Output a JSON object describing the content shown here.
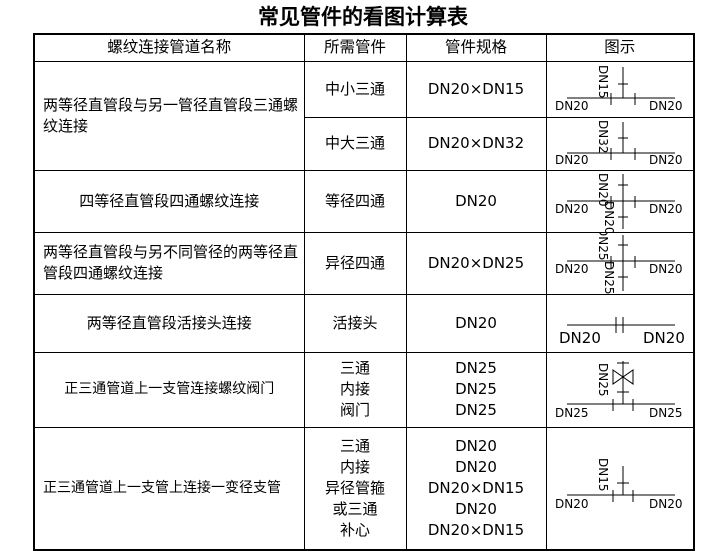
{
  "title": "常见管件的看图计算表",
  "headers": {
    "name": "螺纹连接管道名称",
    "fitting": "所需管件",
    "spec": "管件规格",
    "diagram": "图示"
  },
  "rows": [
    {
      "name": "两等径直管段与另一管径直管段三通螺纹连接",
      "items": [
        {
          "fitting": "中小三通",
          "spec": "DN20×DN15",
          "labels": {
            "left": "DN20",
            "right": "DN20",
            "branch": "DN15"
          }
        },
        {
          "fitting": "中大三通",
          "spec": "DN20×DN32",
          "labels": {
            "left": "DN20",
            "right": "DN20",
            "branch": "DN32"
          }
        }
      ]
    },
    {
      "name": "四等径直管段四通螺纹连接",
      "fitting": "等径四通",
      "spec": "DN20",
      "labels": {
        "left": "DN20",
        "right": "DN20",
        "top": "DN20",
        "bottom": "DN20"
      }
    },
    {
      "name": "两等径直管段与另不同管径的两等径直管段四通螺纹连接",
      "fitting": "异径四通",
      "spec": "DN20×DN25",
      "labels": {
        "left": "DN20",
        "right": "DN20",
        "top": "DN25",
        "bottom": "DN25"
      }
    },
    {
      "name": "两等径直管段活接头连接",
      "fitting": "活接头",
      "spec": "DN20",
      "labels": {
        "left": "DN20",
        "right": "DN20"
      }
    },
    {
      "name": "正三通管道上一支管连接螺纹阀门",
      "fittings": [
        "三通",
        "内接",
        "阀门"
      ],
      "specs": [
        "DN25",
        "DN25",
        "DN25"
      ],
      "labels": {
        "left": "DN25",
        "right": "DN25",
        "branch": "DN25"
      }
    },
    {
      "name": "正三通管道上一支管上连接一变径支管",
      "fittings": [
        "三通",
        "内接",
        "异径管箍",
        "或三通",
        "补心"
      ],
      "specs": [
        "DN20",
        "DN20",
        "DN20×DN15",
        "DN20",
        "DN20×DN15"
      ],
      "labels": {
        "left": "DN20",
        "right": "DN20",
        "branch": "DN15"
      }
    }
  ]
}
